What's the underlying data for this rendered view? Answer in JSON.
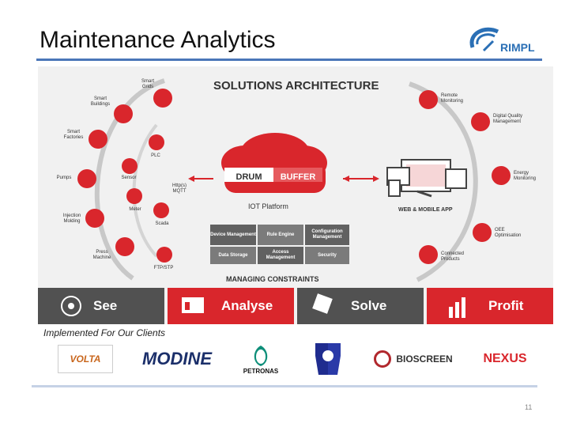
{
  "slide": {
    "title": "Maintenance Analytics",
    "page_number": "11"
  },
  "brand": {
    "name": "RIMPL"
  },
  "diagram": {
    "heading": "SOLUTIONS ARCHITECTURE",
    "left_nodes": [
      "Smart Grids",
      "Smart Buildings",
      "Smart Factories",
      "Pumps",
      "Injection Molding",
      "Press Machine"
    ],
    "inner_nodes": [
      "PLC",
      "Sensor",
      "Meter",
      "Scada",
      "FTP/STP",
      "Http(s) MQTT"
    ],
    "cloud": {
      "left": "DRUM",
      "right": "BUFFER"
    },
    "platform": "IOT Platform",
    "modules": [
      {
        "label": "Device Management"
      },
      {
        "label": "Rule Engine"
      },
      {
        "label": "Configuration Management"
      },
      {
        "label": "Data Storage"
      },
      {
        "label": "Access Management"
      },
      {
        "label": "Security"
      }
    ],
    "managing": "MANAGING CONSTRAINTS",
    "app_label": "WEB & MOBILE APP",
    "right_nodes": [
      "Remote Monitoring",
      "Digital Quality Management",
      "Energy Monitoring",
      "OEE Optimisation",
      "Connected Products"
    ],
    "stages": [
      {
        "label": "See"
      },
      {
        "label": "Analyse"
      },
      {
        "label": "Solve"
      },
      {
        "label": "Profit"
      }
    ]
  },
  "clients": {
    "heading": "Implemented For Our Clients",
    "logos": [
      "VOLTA",
      "MODINE",
      "PETRONAS",
      "BIOSCREEN",
      "NEXUS"
    ]
  },
  "colors": {
    "accent": "#d9262c",
    "dark_band": "#515151",
    "blue": "#4a76b8"
  }
}
